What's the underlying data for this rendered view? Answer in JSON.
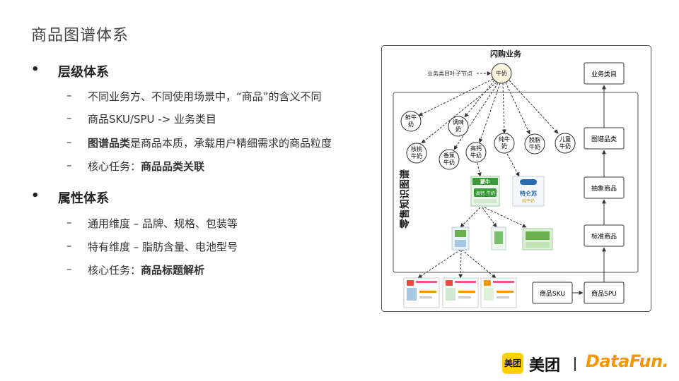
{
  "title": "商品图谱体系",
  "sections": [
    {
      "bullet": "•",
      "heading": "层级体系",
      "items": [
        {
          "dash": "–",
          "pre": "不同业务方、不同使用场景中，“商品”的含义不同",
          "bold": "",
          "post": ""
        },
        {
          "dash": "–",
          "pre": "商品SKU/SPU  -> 业务类目",
          "bold": "",
          "post": ""
        },
        {
          "dash": "–",
          "pre": "",
          "bold": "图谱品类",
          "post": "是商品本质，承载用户精细需求的商品粒度"
        },
        {
          "dash": "–",
          "pre": "核心任务：",
          "bold": "商品品类关联",
          "post": ""
        }
      ]
    },
    {
      "bullet": "•",
      "heading": "属性体系",
      "items": [
        {
          "dash": "–",
          "pre": "通用维度 – 品牌、规格、包装等",
          "bold": "",
          "post": ""
        },
        {
          "dash": "–",
          "pre": "特有维度 – 脂肪含量、电池型号",
          "bold": "",
          "post": ""
        },
        {
          "dash": "–",
          "pre": "核心任务：",
          "bold": "商品标题解析",
          "post": ""
        }
      ]
    }
  ],
  "diagram": {
    "outer_title": "闪购业务",
    "leaf_label": "业务类目叶子节点",
    "root_node": "牛奶",
    "kg_label": "零售知识图谱",
    "nodes": [
      {
        "id": "n1",
        "lines": [
          "鲜牛",
          "奶"
        ]
      },
      {
        "id": "n2",
        "lines": [
          "调味",
          "奶"
        ]
      },
      {
        "id": "n3",
        "lines": [
          "核桃",
          "牛奶"
        ]
      },
      {
        "id": "n4",
        "lines": [
          "香蕉",
          "牛奶"
        ]
      },
      {
        "id": "n5",
        "lines": [
          "高钙",
          "牛奶"
        ]
      },
      {
        "id": "n6",
        "lines": [
          "纯牛",
          "奶"
        ]
      },
      {
        "id": "n7",
        "lines": [
          "脱脂",
          "牛奶"
        ]
      },
      {
        "id": "n8",
        "lines": [
          "儿童",
          "牛奶"
        ]
      }
    ],
    "brand_cards": [
      {
        "brand": "蒙牛",
        "line1": "高钙",
        "line2": "牛奶",
        "color": "#3a9a3a"
      },
      {
        "brand": "特仑苏",
        "line1": "特仑苏",
        "line2": "纯牛奶",
        "color": "#2a6ab0"
      }
    ],
    "hierarchy": [
      "业务类目",
      "图谱品类",
      "抽象商品",
      "标准商品",
      "商品SPU",
      "商品SKU"
    ],
    "colors": {
      "accent": "#f39800",
      "node_fill": "#fdf5e0",
      "line": "#333333"
    }
  },
  "logo": {
    "meituan_icon": "美团",
    "meituan_text": "美团",
    "divider": "|",
    "datafun": "DataFun."
  }
}
